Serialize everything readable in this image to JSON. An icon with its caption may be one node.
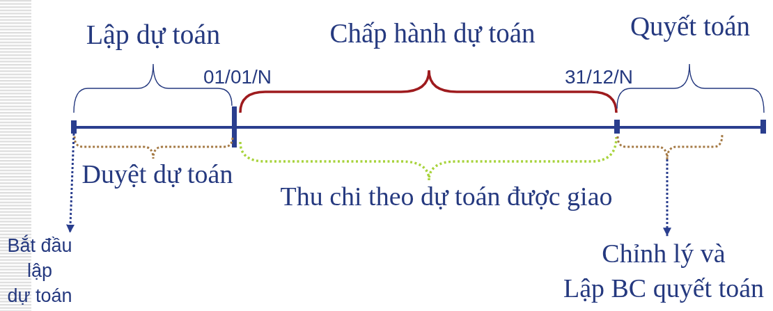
{
  "diagram": {
    "nodes": [
      {
        "text": [],
        "shape": "bar"
      },
      {
        "text": [],
        "shape": "brace"
      },
      {
        "text": [
          "Bắt đầu lập dự toán"
        ]
      },
      {
        "text": [
          "Chỉnh lý và Lập BC quyết toán"
        ]
      }
    ],
    "edges": [
      {
        "from": 0,
        "to": 2,
        "arrow": "to",
        "style": "dashed"
      },
      {
        "from": 1,
        "to": 3,
        "arrow": "to",
        "style": "dashed"
      }
    ],
    "labels": [
      "Lập dự toán",
      "Chấp hành dự toán",
      "Quyết toán",
      "01/01/N",
      "31/12/N",
      "Duyệt dự toán",
      "Thu chi theo dự toán được giao"
    ]
  }
}
